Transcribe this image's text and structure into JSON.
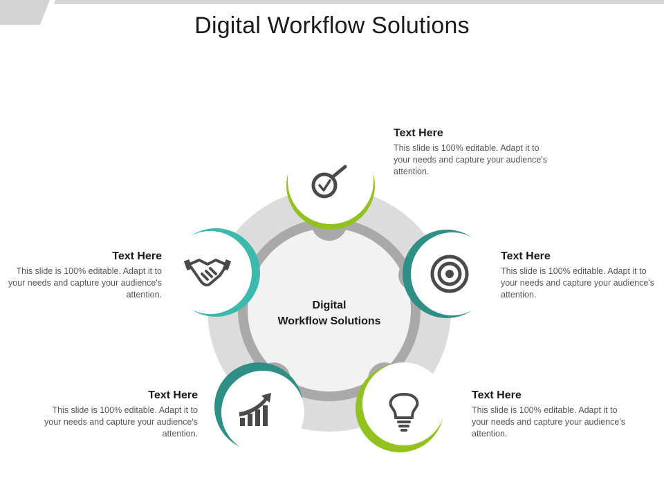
{
  "title": "Digital Workflow Solutions",
  "center_label": "Digital\nWorkflow Solutions",
  "colors": {
    "lime": "#93c11f",
    "teal": "#3cb9ad",
    "dark_teal": "#2f8f85",
    "outer_ring": "#dcdcdc",
    "inner_ring": "#a9a9a9",
    "hub": "#f2f2f2",
    "icon": "#4a4a4a"
  },
  "nodes": [
    {
      "id": "top",
      "icon": "magnifier-check-icon",
      "accent": "lime",
      "heading": "Text Here",
      "body": "This slide is 100% editable. Adapt it to your needs and capture your audience's attention."
    },
    {
      "id": "right",
      "icon": "target-icon",
      "accent": "dark_teal",
      "heading": "Text Here",
      "body": "This slide is 100% editable. Adapt it to your needs and capture your audience's attention."
    },
    {
      "id": "bottom-right",
      "icon": "lightbulb-icon",
      "accent": "lime",
      "heading": "Text Here",
      "body": "This slide is 100% editable. Adapt it to your needs and capture your audience's attention."
    },
    {
      "id": "bottom-left",
      "icon": "growth-chart-icon",
      "accent": "dark_teal",
      "heading": "Text Here",
      "body": "This slide is 100% editable. Adapt it to your needs and capture your audience's attention."
    },
    {
      "id": "left",
      "icon": "handshake-icon",
      "accent": "teal",
      "heading": "Text Here",
      "body": "This slide is 100% editable. Adapt it to your needs and capture your audience's attention."
    }
  ]
}
